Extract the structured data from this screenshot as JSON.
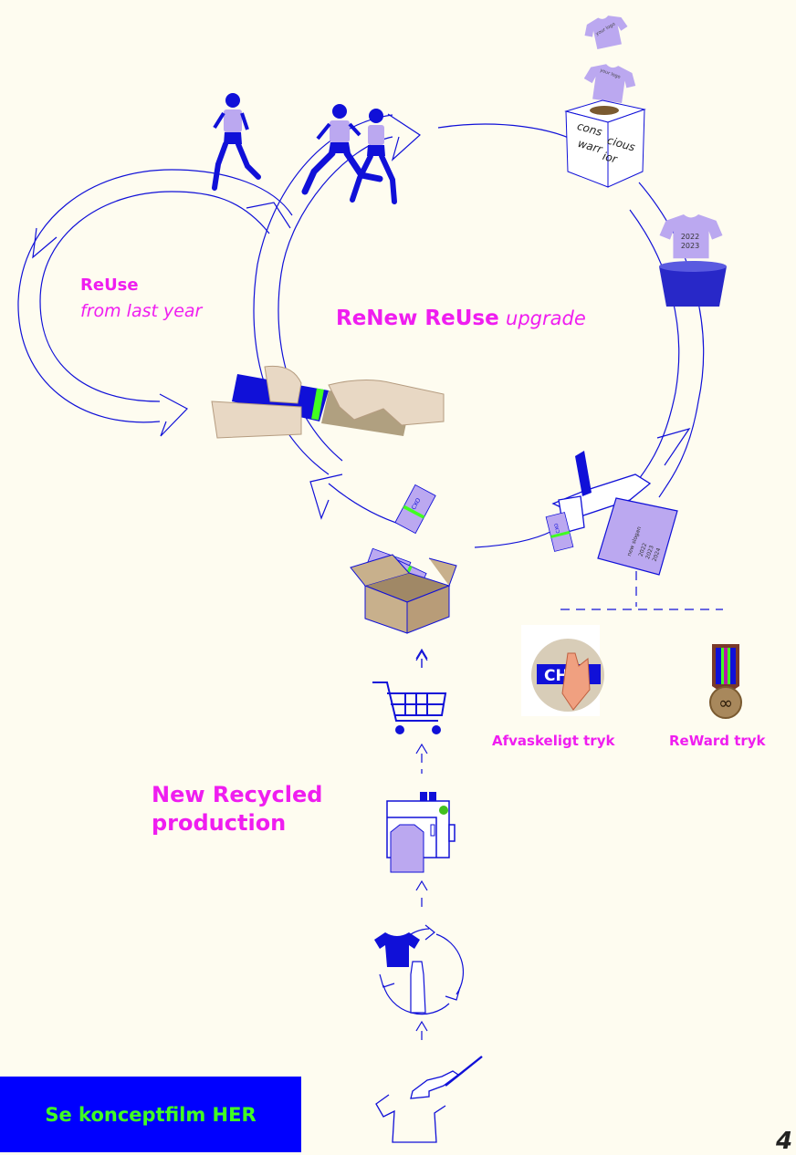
{
  "reuse": {
    "title": "ReUse",
    "subtitle": "from last year"
  },
  "renew": {
    "title": "ReNew ReUse",
    "subtitle": "upgrade"
  },
  "box_text": {
    "line1": "cons",
    "line2": "cious",
    "line3": "warr",
    "line4": "ior"
  },
  "shirt_logo": "your logo",
  "shirt_years": {
    "line1": "2022",
    "line2": "2023"
  },
  "printed_shirt": {
    "slogan": "new slogan",
    "y1": "2022",
    "y2": "2023",
    "y3": "2024"
  },
  "options": {
    "washable": "Afvaskeligt tryk",
    "reward": "ReWard tryk"
  },
  "production": {
    "line1": "New Recycled",
    "line2": "production"
  },
  "film_button": "Se konceptfilm HER",
  "page_number": "4",
  "colors": {
    "magenta": "#ef1df0",
    "blue": "#1010d8",
    "lavender": "#bba8f0",
    "green": "#41ff21",
    "background": "#fefcf0"
  }
}
